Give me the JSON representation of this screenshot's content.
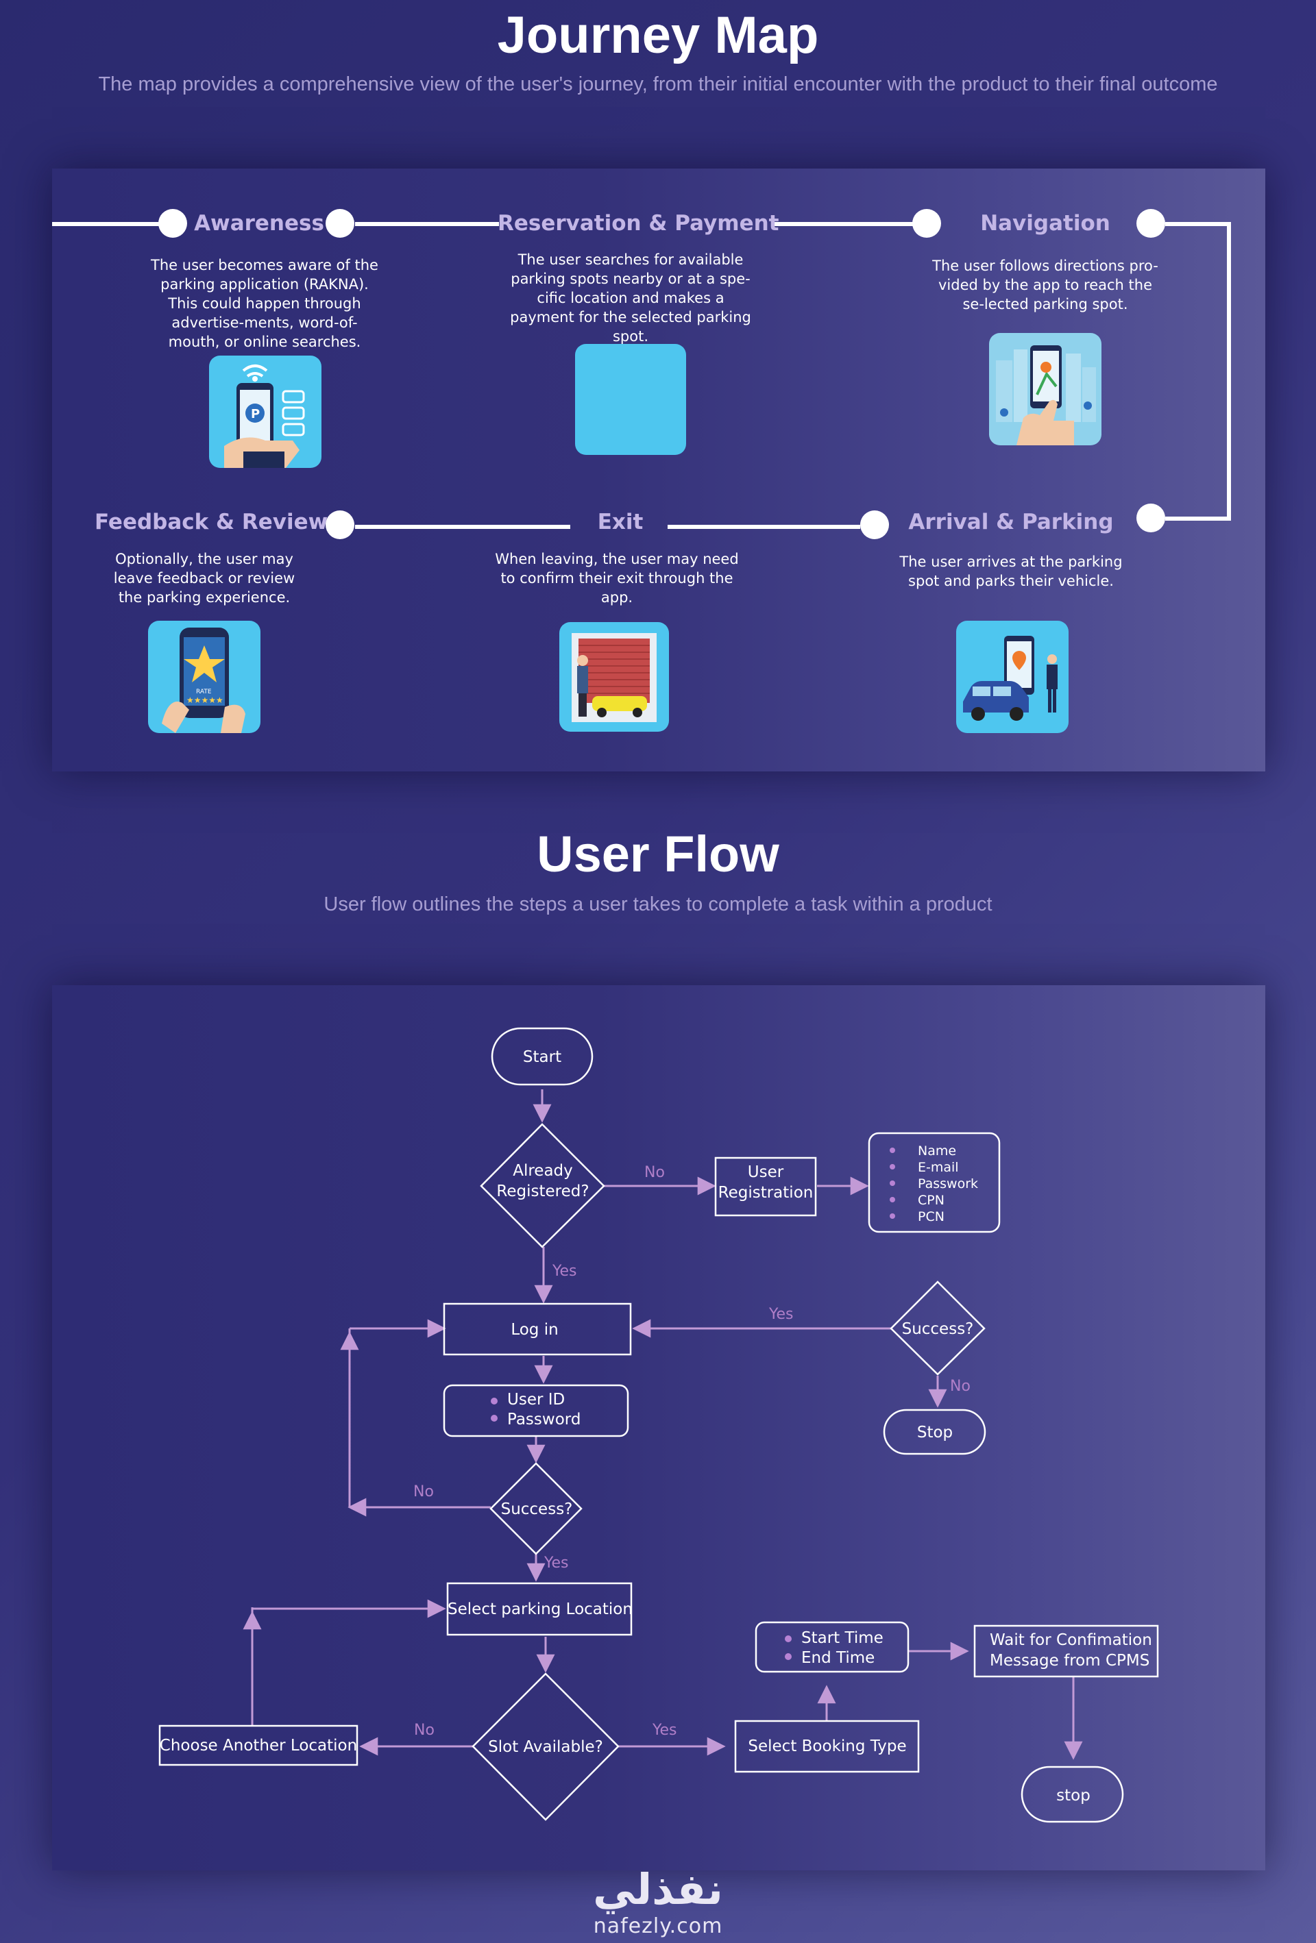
{
  "journey": {
    "title": "Journey Map",
    "subtitle": "The map provides a comprehensive view of the user's journey, from their initial encounter with the product to their final outcome",
    "stages": [
      {
        "title": "Awareness",
        "desc": "The user becomes aware of the parking application (RAKNA). This could happen through advertise-ments, word-of-mouth, or online searches."
      },
      {
        "title": "Reservation & Payment",
        "desc": "The user searches for available parking spots nearby or at a spe-cific location and makes a payment for the selected parking spot."
      },
      {
        "title": "Navigation",
        "desc": "The user follows directions pro-vided by the app to reach the se-lected parking spot."
      },
      {
        "title": "Feedback & Review",
        "desc": "Optionally, the user may leave feedback or review the parking experience."
      },
      {
        "title": "Exit",
        "desc": "When leaving, the user may need to confirm their exit through the app."
      },
      {
        "title": "Arrival & Parking",
        "desc": "The user arrives at the parking spot and parks their vehicle."
      }
    ],
    "icons": [
      "phone-parking-icon",
      "blank-tile-icon",
      "map-navigation-icon",
      "rating-phone-icon",
      "garage-exit-icon",
      "car-arrival-icon"
    ],
    "accent": "#c3b6e6",
    "tile_color": "#4ec6ef"
  },
  "userflow": {
    "title": "User Flow",
    "subtitle": "User flow outlines the steps a user takes to complete a task within a product",
    "nodes": {
      "start": "Start",
      "already_registered": [
        "Already",
        "Registered?"
      ],
      "user_registration": [
        "User",
        "Registration"
      ],
      "registration_fields": [
        "Name",
        "E-mail",
        "Passwork",
        "CPN",
        "PCN"
      ],
      "login": "Log in",
      "login_fields": [
        "User ID",
        "Password"
      ],
      "success_right": "Success?",
      "stop_right": "Stop",
      "success_login": "Success?",
      "select_location": "Select parking Location",
      "slot_available": "Slot Available?",
      "choose_another": "Choose Another Location",
      "select_booking": "Select Booking Type",
      "booking_fields": [
        "Start Time",
        "End Time"
      ],
      "wait_confirmation": [
        "Wait for Confimation",
        "Message from CPMS"
      ],
      "stop_final": "stop"
    },
    "edge_labels": {
      "no_registered": "No",
      "yes_registered": "Yes",
      "yes_success_right": "Yes",
      "no_success_right": "No",
      "no_success_login": "No",
      "yes_success_login": "Yes",
      "no_slot": "No",
      "yes_slot": "Yes"
    },
    "line_color": "#c29ad6",
    "label_color": "#b07fc8"
  },
  "brand": {
    "arabic": "نفذلي",
    "url": "nafezly.com"
  }
}
